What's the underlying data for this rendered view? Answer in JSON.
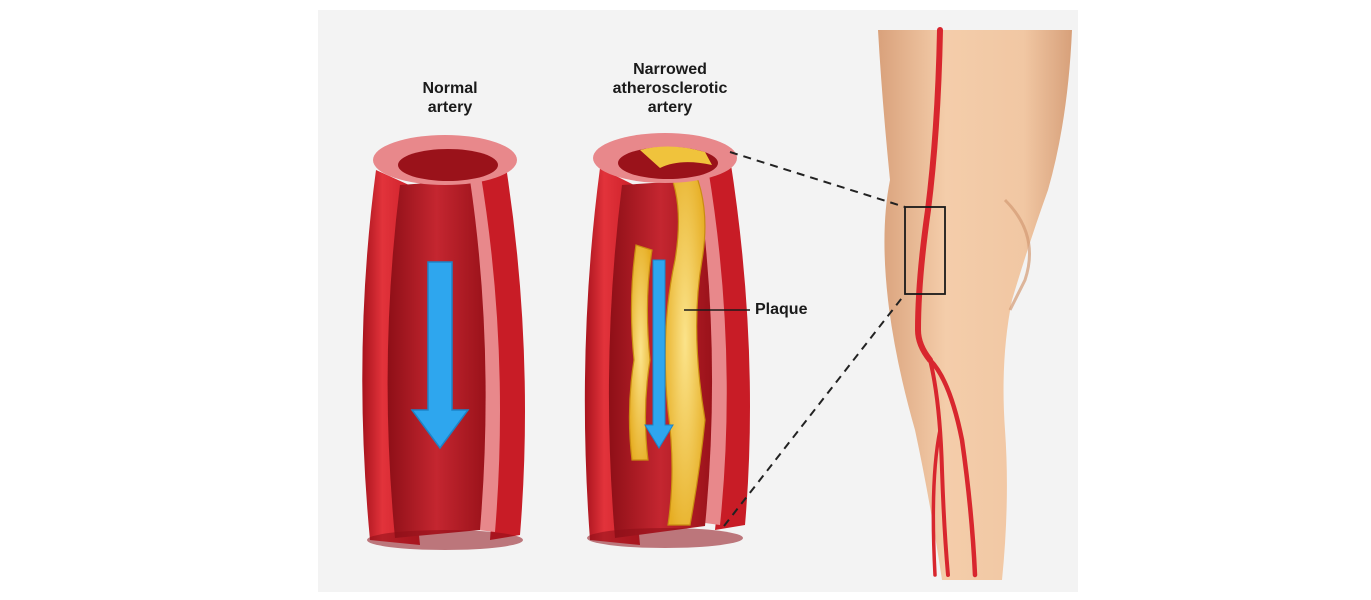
{
  "labels": {
    "normal_artery": [
      "Normal",
      "artery"
    ],
    "narrowed_artery": [
      "Narrowed",
      "atherosclerotic",
      "artery"
    ],
    "plaque": "Plaque"
  },
  "colors": {
    "background": "#f3f3f3",
    "artery_wall": "#d8242e",
    "artery_wall_dark": "#a8131d",
    "artery_inner": "#e8888b",
    "lumen": "#b81a24",
    "plaque": "#f0c33c",
    "blood_flow_arrow": "#2ea6ee",
    "skin": "#f1c7a3",
    "skin_shade": "#dca680",
    "leg_artery": "#d8262e"
  }
}
